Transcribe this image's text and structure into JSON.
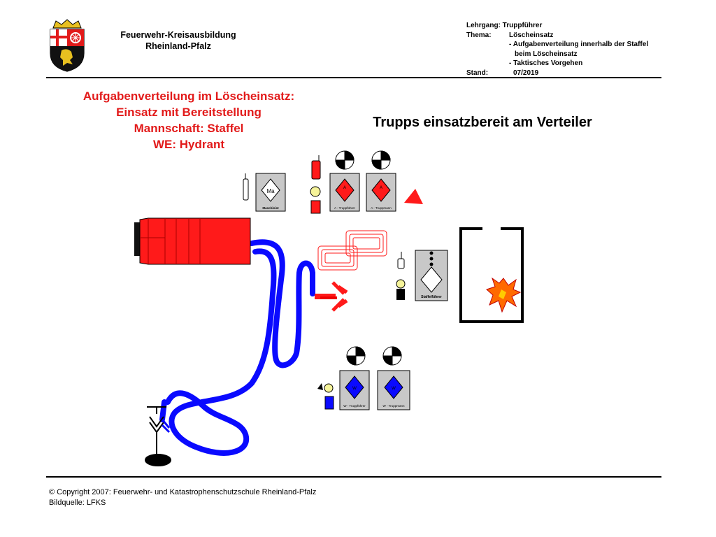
{
  "header": {
    "org_line1": "Feuerwehr-Kreisausbildung",
    "org_line2": "Rheinland-Pfalz",
    "lehrgang": "Lehrgang: Truppführer",
    "thema_label": "Thema:",
    "thema_value": "Löscheinsatz",
    "thema_line2": "- Aufgabenverteilung innerhalb der Staffel",
    "thema_line3": "beim Löscheinsatz",
    "thema_line4": "- Taktisches Vorgehen",
    "stand_label": "Stand:",
    "stand_value": "07/2019"
  },
  "red_title": {
    "line1": "Aufgabenverteilung im Löscheinsatz:",
    "line2": "Einsatz mit Bereitstellung",
    "line3": "Mannschaft: Staffel",
    "line4": "WE: Hydrant"
  },
  "main_heading": "Trupps einsatzbereit am Verteiler",
  "diagram": {
    "maschinist_symbol": "Ma",
    "maschinist_caption": "Maschinist",
    "a_truppfuehrer_caption": "A - Truppführer",
    "a_truppmann_caption": "A - Truppmann",
    "a_letter": "A",
    "staffelfuehrer_caption": "Staffelführer",
    "w_truppfuehrer_caption": "W - Truppführer",
    "w_truppmann_caption": "W - Truppmann",
    "w_letter": "W"
  },
  "footer": {
    "copyright": "© Copyright 2007: Feuerwehr- und Katastrophenschutzschule Rheinland-Pfalz",
    "source": "Bildquelle: LFKS"
  },
  "colors": {
    "title_red": "#e21a1a",
    "vehicle_red": "#ff1a1a",
    "hose_blue": "#0a0aff",
    "symbol_gray": "#c8c8c8",
    "helmet_yellow": "#f6f49a",
    "fire_orange": "#ff6a00"
  }
}
